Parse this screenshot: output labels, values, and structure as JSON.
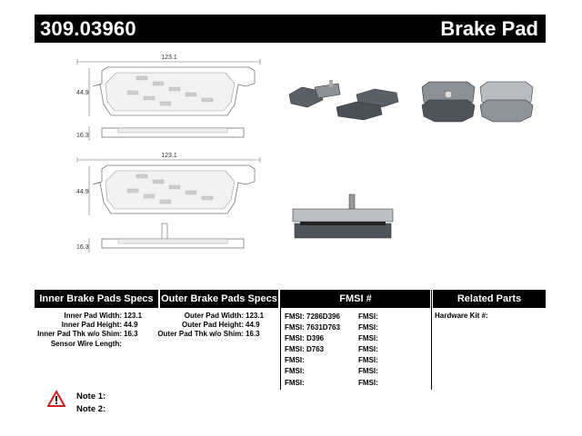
{
  "header": {
    "part_number": "309.03960",
    "title": "Brake Pad"
  },
  "dimensions": {
    "inner_width": "123.1",
    "inner_height": "44.9",
    "inner_thickness": "16.3",
    "outer_width": "123.1",
    "outer_height": "44.9",
    "outer_thickness": "16.3"
  },
  "specs": {
    "inner_header": "Inner Brake Pads Specs",
    "outer_header": "Outer Brake Pads Specs",
    "fmsi_header": "FMSI #",
    "related_header": "Related Parts",
    "inner": [
      {
        "label": "Inner Pad Width:",
        "value": "123.1"
      },
      {
        "label": "Inner Pad Height:",
        "value": "44.9"
      },
      {
        "label": "Inner Pad Thk w/o Shim:",
        "value": "16.3"
      },
      {
        "label": "Sensor Wire Length:",
        "value": ""
      }
    ],
    "outer": [
      {
        "label": "Outer Pad Width:",
        "value": "123.1"
      },
      {
        "label": "Outer Pad Height:",
        "value": "44.9"
      },
      {
        "label": "Outer Pad Thk w/o Shim:",
        "value": "16.3"
      }
    ],
    "fmsi_left": [
      {
        "label": "FMSI:",
        "value": "7286D396"
      },
      {
        "label": "FMSI:",
        "value": "7631D763"
      },
      {
        "label": "FMSI:",
        "value": "D396"
      },
      {
        "label": "FMSI:",
        "value": "D763"
      },
      {
        "label": "FMSI:",
        "value": ""
      },
      {
        "label": "FMSI:",
        "value": ""
      },
      {
        "label": "FMSI:",
        "value": ""
      }
    ],
    "fmsi_right": [
      {
        "label": "FMSI:",
        "value": ""
      },
      {
        "label": "FMSI:",
        "value": ""
      },
      {
        "label": "FMSI:",
        "value": ""
      },
      {
        "label": "FMSI:",
        "value": ""
      },
      {
        "label": "FMSI:",
        "value": ""
      },
      {
        "label": "FMSI:",
        "value": ""
      },
      {
        "label": "FMSI:",
        "value": ""
      }
    ],
    "related": {
      "hardware_kit_label": "Hardware Kit #:",
      "hardware_kit_value": ""
    }
  },
  "notes": {
    "icon": "warning-triangle-icon",
    "note1_label": "Note 1:",
    "note2_label": "Note 2:"
  },
  "colors": {
    "header_bg": "#000000",
    "warning_red": "#cc2020",
    "pad_gray": "#5a6068"
  }
}
